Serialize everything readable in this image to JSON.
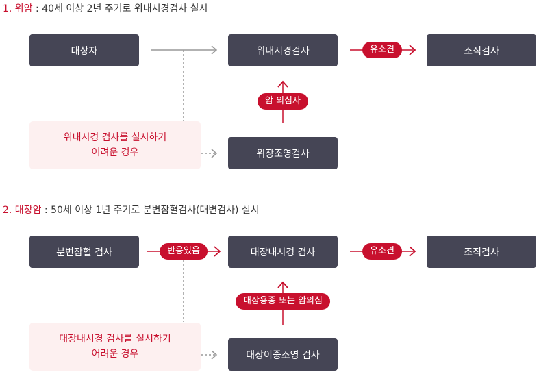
{
  "sections": [
    {
      "title_num": "1. 위암",
      "title_rest": " : 40세 이상 2년 주기로 위내시경검사 실시",
      "start_box": "대상자",
      "main_box": "위내시경검사",
      "positive_pill": "유소견",
      "result_box": "조직검사",
      "alt_note_line1": "위내시경 검사를 실시하기",
      "alt_note_line2": "어려운 경우",
      "alt_box": "위장조영검사",
      "alt_pill": "암 의심자"
    },
    {
      "title_num": "2. 대장암",
      "title_rest": " : 50세 이상 1년 주기로 분변잠혈검사(대변검사) 실시",
      "start_box": "분변잠혈 검사",
      "start_pill": "반응있음",
      "main_box": "대장내시경 검사",
      "positive_pill": "유소견",
      "result_box": "조직검사",
      "alt_note_line1": "대장내시경 검사를 실시하기",
      "alt_note_line2": "어려운 경우",
      "alt_box": "대장이중조영 검사",
      "alt_pill": "대장용종 또는 암의심"
    }
  ],
  "colors": {
    "accent": "#c8102e",
    "box": "#454555",
    "note_bg": "#fdf0f0",
    "connector": "#999999"
  }
}
